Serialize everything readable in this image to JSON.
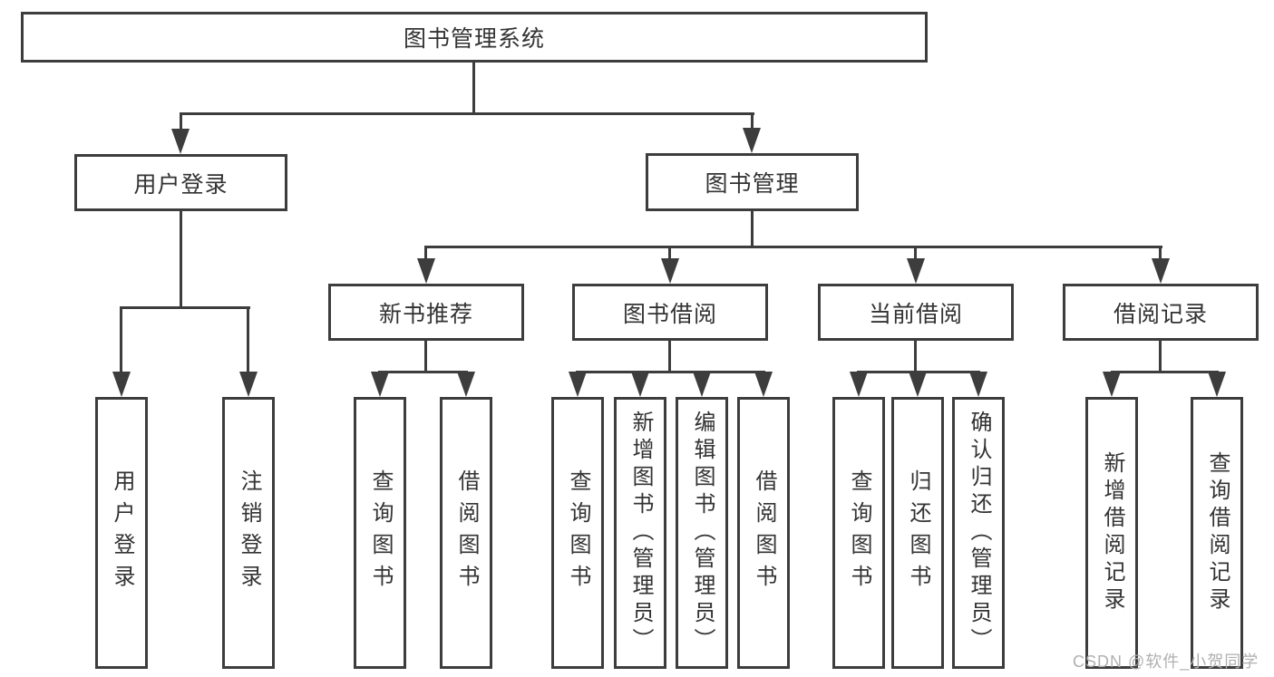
{
  "tree": {
    "label": "图书管理系统",
    "children": [
      {
        "label": "用户登录",
        "children": [
          {
            "label": "用户登录"
          },
          {
            "label": "注销登录"
          }
        ]
      },
      {
        "label": "图书管理",
        "children": [
          {
            "label": "新书推荐",
            "children": [
              {
                "label": "查询图书"
              },
              {
                "label": "借阅图书"
              }
            ]
          },
          {
            "label": "图书借阅",
            "children": [
              {
                "label": "查询图书"
              },
              {
                "label": "新增图书（管理员）"
              },
              {
                "label": "编辑图书（管理员）"
              },
              {
                "label": "借阅图书"
              }
            ]
          },
          {
            "label": "当前借阅",
            "children": [
              {
                "label": "查询图书"
              },
              {
                "label": "归还图书"
              },
              {
                "label": "确认归还（管理员）"
              }
            ]
          },
          {
            "label": "借阅记录",
            "children": [
              {
                "label": "新增借阅记录"
              },
              {
                "label": "查询借阅记录"
              }
            ]
          }
        ]
      }
    ]
  },
  "watermark": {
    "text": "CSDN @软件_小贺同学"
  },
  "colors": {
    "line": "#3d3d3d",
    "text": "#333333",
    "background": "#ffffff",
    "watermark": "#b0b0b0"
  }
}
